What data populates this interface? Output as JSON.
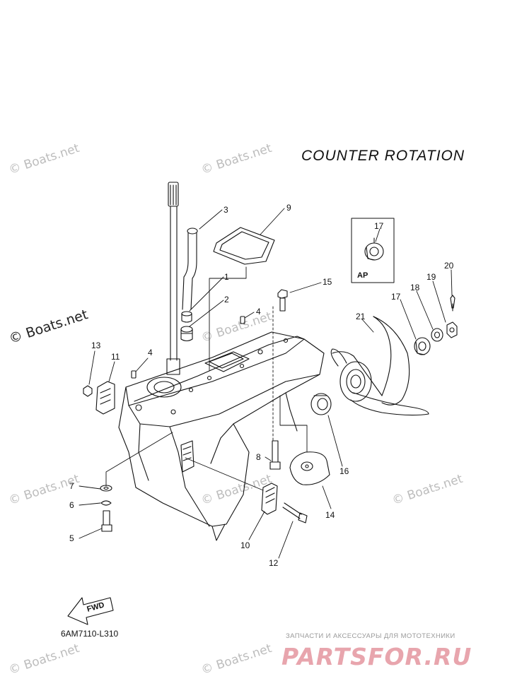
{
  "title": "COUNTER  ROTATION",
  "diagram_code": "6AM7110-L310",
  "inset_label": "AP",
  "fwd_label": "FWD",
  "watermark": "© Boats.net",
  "brand_subtitle": "ЗАПЧАСТИ И АКСЕССУАРЫ ДЛЯ МОТОТЕХНИКИ",
  "brand_logo": "PARTSFOR.RU",
  "callouts": {
    "c1": "1",
    "c2": "2",
    "c3": "3",
    "c4a": "4",
    "c4b": "4",
    "c5": "5",
    "c6": "6",
    "c7": "7",
    "c8": "8",
    "c9": "9",
    "c10": "10",
    "c11": "11",
    "c12": "12",
    "c13": "13",
    "c14": "14",
    "c15": "15",
    "c16": "16",
    "c17a": "17",
    "c17b": "17",
    "c18": "18",
    "c19": "19",
    "c20": "20",
    "c21": "21"
  }
}
